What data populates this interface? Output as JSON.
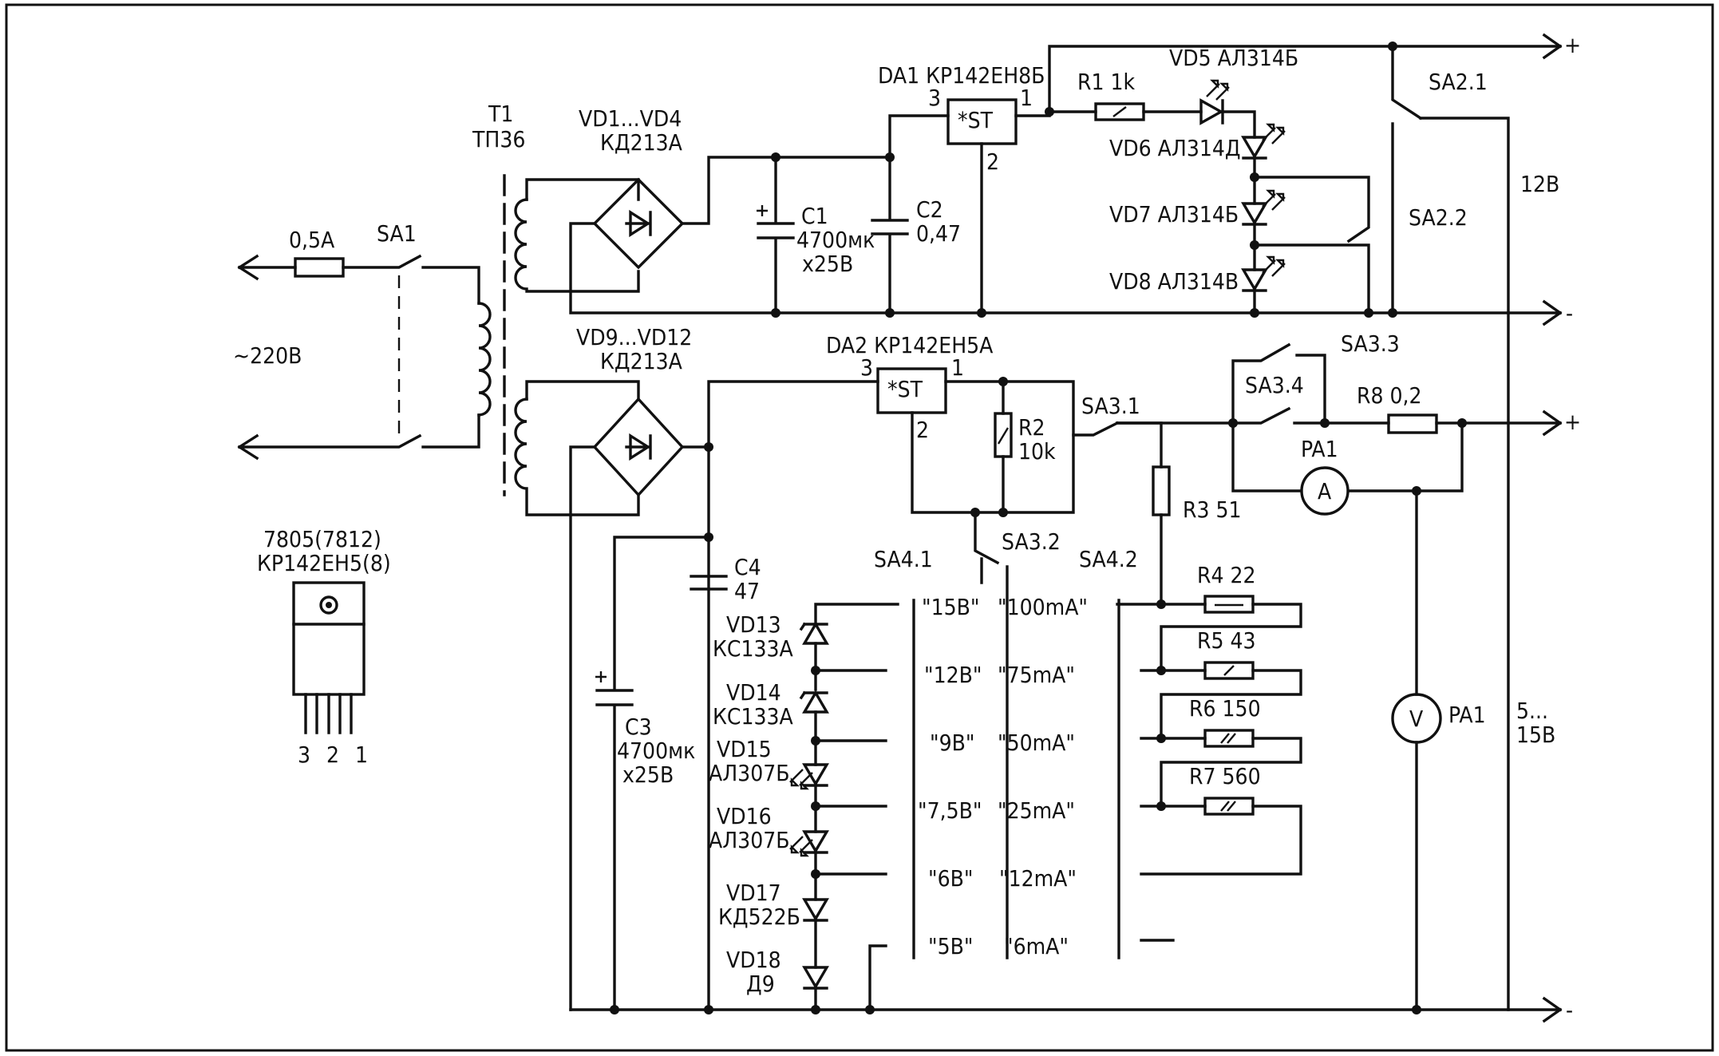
{
  "diagram": {
    "mains": {
      "fuse": "0,5A",
      "switch": "SA1",
      "voltage": "~220В"
    },
    "transformer": {
      "ref": "T1",
      "type": "ТП36"
    },
    "bridge1": {
      "ref": "VD1...VD4",
      "type": "КД213А"
    },
    "bridge2": {
      "ref": "VD9...VD12",
      "type": "КД213А"
    },
    "c1": {
      "ref": "C1",
      "value": "4700мк",
      "voltage": "x25В"
    },
    "c2": {
      "ref": "C2",
      "value": "0,47"
    },
    "c3": {
      "ref": "C3",
      "value": "4700мк",
      "voltage": "x25В"
    },
    "c4": {
      "ref": "C4",
      "value": "47"
    },
    "da1": {
      "label": "DA1 КР142ЕН8Б",
      "text": "*ST",
      "pin_in": "3",
      "pin_out": "1",
      "pin_gnd": "2"
    },
    "da2": {
      "label": "DA2 КР142ЕН5А",
      "text": "*ST",
      "pin_in": "3",
      "pin_out": "1",
      "pin_gnd": "2"
    },
    "r1": {
      "label": "R1 1k"
    },
    "r2": {
      "ref": "R2",
      "value": "10k"
    },
    "r3": {
      "label": "R3 51"
    },
    "r4": {
      "label": "R4 22"
    },
    "r5": {
      "label": "R5 43"
    },
    "r6": {
      "label": "R6 150"
    },
    "r7": {
      "label": "R7 560"
    },
    "r8": {
      "label": "R8 0,2"
    },
    "vd5": {
      "label": "VD5 АЛ314Б"
    },
    "vd6": {
      "label": "VD6 АЛ314Д"
    },
    "vd7": {
      "label": "VD7 АЛ314Б"
    },
    "vd8": {
      "label": "VD8 АЛ314В"
    },
    "vd13": {
      "ref": "VD13",
      "type": "КС133А"
    },
    "vd14": {
      "ref": "VD14",
      "type": "КС133А"
    },
    "vd15": {
      "ref": "VD15",
      "type": "АЛ307Б"
    },
    "vd16": {
      "ref": "VD16",
      "type": "АЛ307Б"
    },
    "vd17": {
      "ref": "VD17",
      "type": "КД522Б"
    },
    "vd18": {
      "ref": "VD18",
      "type": "Д9"
    },
    "switches": {
      "sa2_1": "SA2.1",
      "sa2_2": "SA2.2",
      "sa3_1": "SA3.1",
      "sa3_2": "SA3.2",
      "sa3_3": "SA3.3",
      "sa3_4": "SA3.4",
      "sa4_1": "SA4.1",
      "sa4_2": "SA4.2"
    },
    "meters": {
      "ammeter_ref": "PA1",
      "ammeter_symbol": "A",
      "voltmeter_ref": "PA1",
      "voltmeter_symbol": "V"
    },
    "outputs": {
      "fixed": "12В",
      "adj_line1": "5...",
      "adj_line2": "15В",
      "plus": "+",
      "minus": "-"
    },
    "voltage_positions": [
      "\"15В\"",
      "\"12В\"",
      "\"9В\"",
      "\"7,5В\"",
      "\"6В\"",
      "\"5В\""
    ],
    "current_positions": [
      "\"100mA\"",
      "\"75mA\"",
      "\"50mA\"",
      "\"25mA\"",
      "\"12mA\"",
      "\"6mA\""
    ],
    "package": {
      "line1": "7805(7812)",
      "line2": "КР142ЕН5(8)",
      "pins": "3 2 1"
    }
  }
}
